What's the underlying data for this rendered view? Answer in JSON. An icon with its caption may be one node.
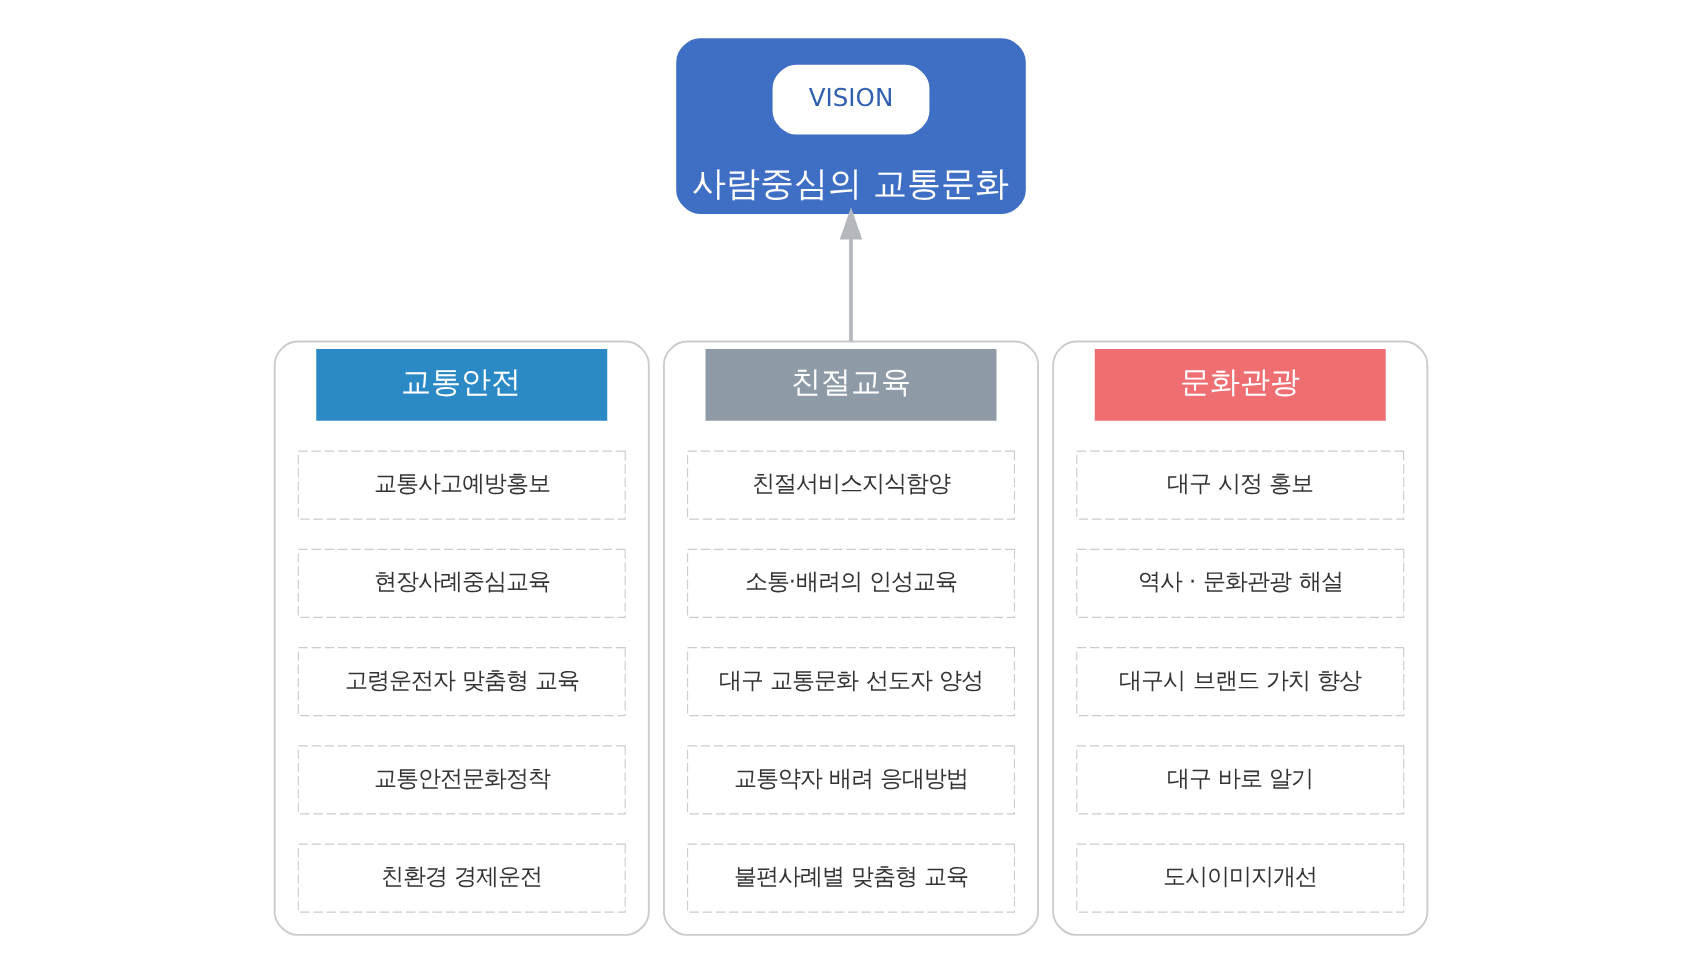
{
  "diagram": {
    "nodes": [
      {
        "text": [
          "사람중심의 교통문화"
        ]
      },
      {
        "text": [
          "VISION"
        ],
        "in": 0
      },
      {
        "text": [
          "교통안전"
        ]
      },
      {
        "text": [
          "교통사고예방홍보"
        ],
        "in": 2
      },
      {
        "text": [
          "현장사례중심교육"
        ],
        "in": 2
      },
      {
        "text": [
          "고령운전자 맞춤형 교육"
        ],
        "in": 2
      },
      {
        "text": [
          "교통안전문화정착"
        ],
        "in": 2
      },
      {
        "text": [
          "친환경 경제운전"
        ],
        "in": 2
      },
      {
        "text": [
          "친절교육"
        ]
      },
      {
        "text": [
          "친절서비스지식함양"
        ],
        "in": 8
      },
      {
        "text": [
          "소통·배려의 인성교육"
        ],
        "in": 8
      },
      {
        "text": [
          "대구 교통문화 선도자 양성"
        ],
        "in": 8
      },
      {
        "text": [
          "교통약자 배려 응대방법"
        ],
        "in": 8
      },
      {
        "text": [
          "불편사례별 맞춤형 교육"
        ],
        "in": 8
      },
      {
        "text": [
          "문화관광"
        ]
      },
      {
        "text": [
          "대구 시정 홍보"
        ],
        "in": 14
      },
      {
        "text": [
          "역사 · 문화관광 해설"
        ],
        "in": 14
      },
      {
        "text": [
          "대구시 브랜드 가치 향상"
        ],
        "in": 14
      },
      {
        "text": [
          "대구 바로 알기"
        ],
        "in": 14
      },
      {
        "text": [
          "도시이미지개선"
        ],
        "in": 14
      }
    ],
    "edges": [
      {
        "from": 8,
        "to": 0,
        "arrow": "to"
      }
    ]
  }
}
